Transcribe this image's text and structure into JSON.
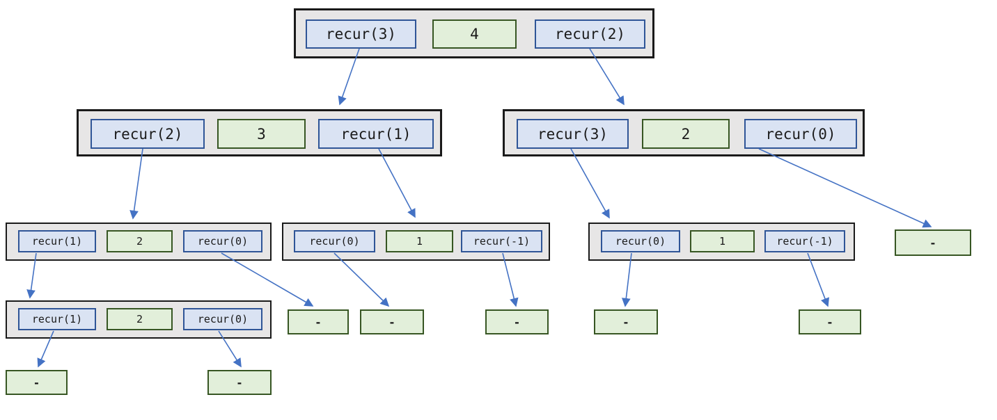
{
  "diagram": {
    "type": "recursion-tree",
    "frames": {
      "root": {
        "left": "recur(3)",
        "value": "4",
        "right": "recur(2)"
      },
      "l2_left": {
        "left": "recur(2)",
        "value": "3",
        "right": "recur(1)"
      },
      "l2_right": {
        "left": "recur(3)",
        "value": "2",
        "right": "recur(0)"
      },
      "l3_left": {
        "left": "recur(1)",
        "value": "2",
        "right": "recur(0)"
      },
      "l3_mid": {
        "left": "recur(0)",
        "value": "1",
        "right": "recur(-1)"
      },
      "l3_right": {
        "left": "recur(0)",
        "value": "1",
        "right": "recur(-1)"
      },
      "l4_left": {
        "left": "recur(1)",
        "value": "2",
        "right": "recur(0)"
      }
    },
    "base_cases": {
      "l3_far_right": "-",
      "l4_1": "-",
      "l4_2": "-",
      "l4_3": "-",
      "l4_4": "-",
      "l4_5": "-",
      "l5_1": "-",
      "l5_2": "-"
    },
    "colors": {
      "frame_fill": "#e7e6e6",
      "frame_border": "#1a1a1a",
      "call_fill": "#dae3f3",
      "call_border": "#2f5597",
      "value_fill": "#e2efda",
      "value_border": "#375623",
      "arrow": "#4472c4"
    }
  }
}
